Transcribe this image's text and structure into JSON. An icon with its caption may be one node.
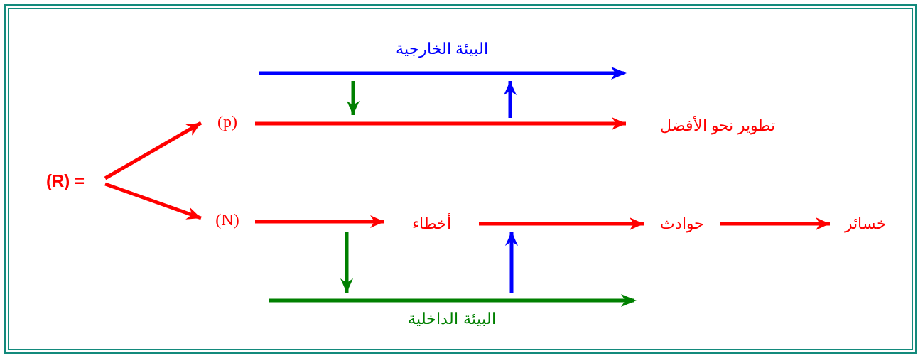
{
  "diagram": {
    "nodes": [
      {
        "text": [
          "(R) ="
        ]
      },
      {
        "text": [
          "(p)"
        ]
      },
      {
        "text": [
          "تطوير نحو الأفضل"
        ]
      },
      {
        "text": [
          "(N)"
        ]
      },
      {
        "text": [
          "أخطاء"
        ]
      },
      {
        "text": [
          "حوادث"
        ]
      },
      {
        "text": [
          "خسائر"
        ]
      },
      {
        "text": [
          "البيئة الخارجية"
        ]
      },
      {
        "text": [
          "البيئة الداخلية"
        ]
      }
    ],
    "edges": [
      {
        "from": 0,
        "to": 1,
        "arrow": "to"
      },
      {
        "from": 0,
        "to": 3,
        "arrow": "to"
      },
      {
        "from": 1,
        "to": 2,
        "arrow": "to"
      },
      {
        "from": 3,
        "to": 4,
        "arrow": "to"
      },
      {
        "from": 4,
        "to": 5,
        "arrow": "to"
      },
      {
        "from": 5,
        "to": 6,
        "arrow": "to"
      },
      {
        "from": 7,
        "to": null,
        "arrow": "to",
        "color": "#008000"
      },
      {
        "from": null,
        "to": 7,
        "arrow": "to",
        "color": "#0000ff"
      },
      {
        "from": null,
        "to": 8,
        "arrow": "to",
        "color": "#008000"
      },
      {
        "from": 8,
        "to": null,
        "arrow": "to",
        "color": "#0000ff"
      }
    ]
  }
}
